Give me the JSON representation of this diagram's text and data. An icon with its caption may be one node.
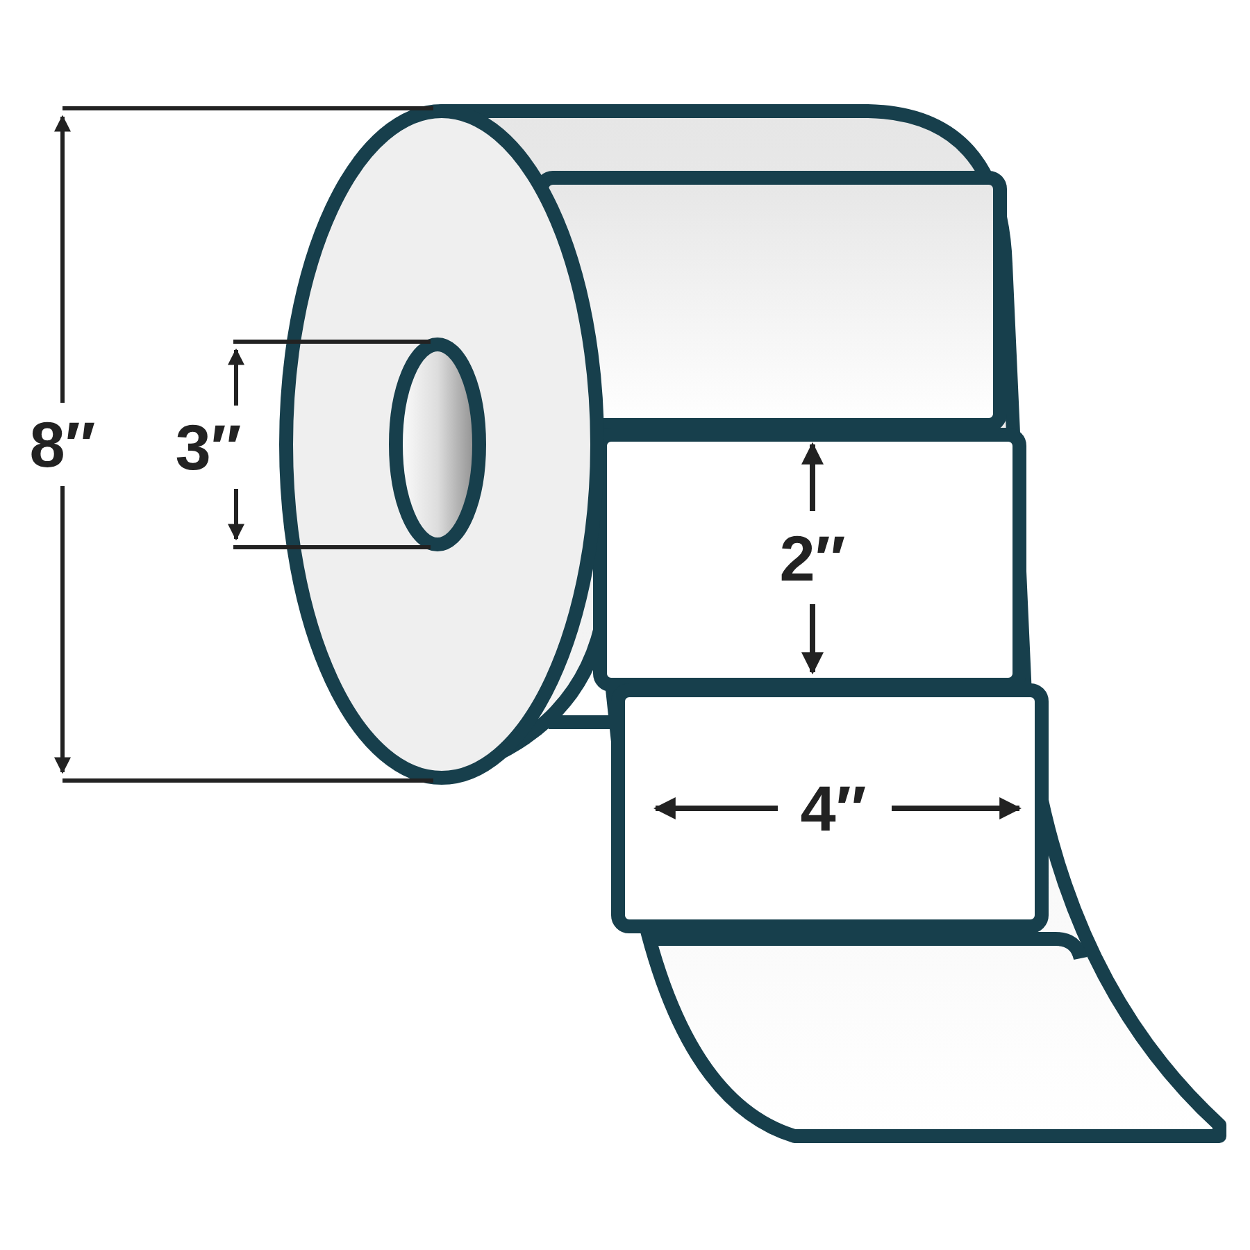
{
  "diagram": {
    "labels": [
      "8″",
      "3″",
      "2″",
      "4″"
    ]
  }
}
